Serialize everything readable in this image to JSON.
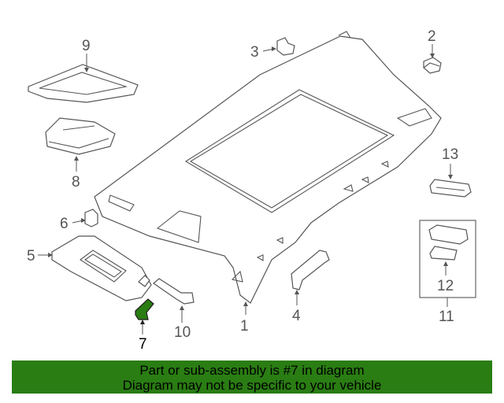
{
  "diagram": {
    "callouts": [
      {
        "id": "1",
        "label": "1"
      },
      {
        "id": "2",
        "label": "2"
      },
      {
        "id": "3",
        "label": "3"
      },
      {
        "id": "4",
        "label": "4"
      },
      {
        "id": "5",
        "label": "5"
      },
      {
        "id": "6",
        "label": "6"
      },
      {
        "id": "7",
        "label": "7"
      },
      {
        "id": "8",
        "label": "8"
      },
      {
        "id": "9",
        "label": "9"
      },
      {
        "id": "10",
        "label": "10"
      },
      {
        "id": "11",
        "label": "11"
      },
      {
        "id": "12",
        "label": "12"
      },
      {
        "id": "13",
        "label": "13"
      }
    ],
    "highlighted_part": "7",
    "highlight_color": "#2a7d13"
  },
  "banner": {
    "line1": "Part or sub-assembly is #7 in diagram",
    "line2": "Diagram may not be specific to your vehicle",
    "background": "#2a7d13"
  }
}
